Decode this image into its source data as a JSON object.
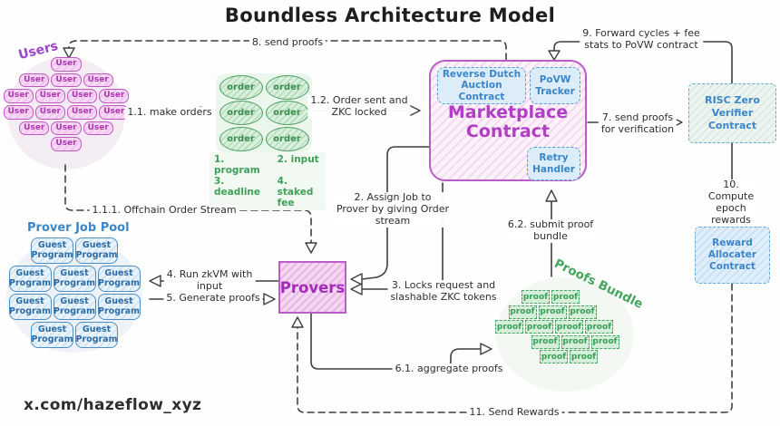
{
  "title": "Boundless Architecture Model",
  "watermark": "x.com/hazeflow_xyz",
  "colors": {
    "pink_border": "#b95ec6",
    "magenta_text": "#b23ec5",
    "blue_border": "#54a0d4",
    "blue_text": "#3b86c8",
    "green_border": "#4aa565",
    "green_text": "#3f9e58",
    "wire": "#3f3f3f"
  },
  "users": {
    "title": "Users",
    "item": "User",
    "rows": [
      1,
      3,
      4,
      4,
      3,
      1
    ]
  },
  "orders": {
    "item": "order",
    "rows": [
      2,
      2,
      2
    ],
    "legend": [
      "1. program",
      "2. input",
      "3. deadline",
      "4. staked fee"
    ]
  },
  "marketplace": {
    "title": "Marketplace\nContract",
    "auction": "Reverse Dutch\nAuction Contract",
    "povw": "PoVW\nTracker",
    "retry": "Retry\nHandler"
  },
  "risc_zero": {
    "label": "RISC Zero\nVerifier Contract"
  },
  "reward_allocater": {
    "label": "Reward\nAllocater\nContract"
  },
  "prover_pool": {
    "title": "Prover Job Pool",
    "item": "Guest\nProgram",
    "rows": [
      2,
      3,
      3,
      2
    ]
  },
  "provers": {
    "label": "Provers"
  },
  "proofs_bundle": {
    "title": "Proofs Bundle",
    "item": "proof",
    "rows": [
      2,
      3,
      4,
      3,
      2
    ]
  },
  "flows": {
    "f8": "8. send proofs",
    "f9": "9. Forward cycles + fee\nstats to PoVW contract",
    "f7": "7. send proofs\nfor verification",
    "f10": "10. Compute epoch\nrewards",
    "f1_2": "1.2. Order sent and\nZKC locked",
    "f1_1": "1.1. make orders",
    "f1_1_1": "1.1.1. Offchain Order Stream",
    "f2": "2. Assign Job to\nProver by giving Order\nstream",
    "f3": "3. Locks request and\nslashable ZKC tokens",
    "f4": "4. Run zkVM with\ninput",
    "f5": "5. Generate proofs",
    "f6_1": "6.1. aggregate proofs",
    "f6_2": "6.2. submit proof\nbundle",
    "f11": "11. Send Rewards"
  }
}
